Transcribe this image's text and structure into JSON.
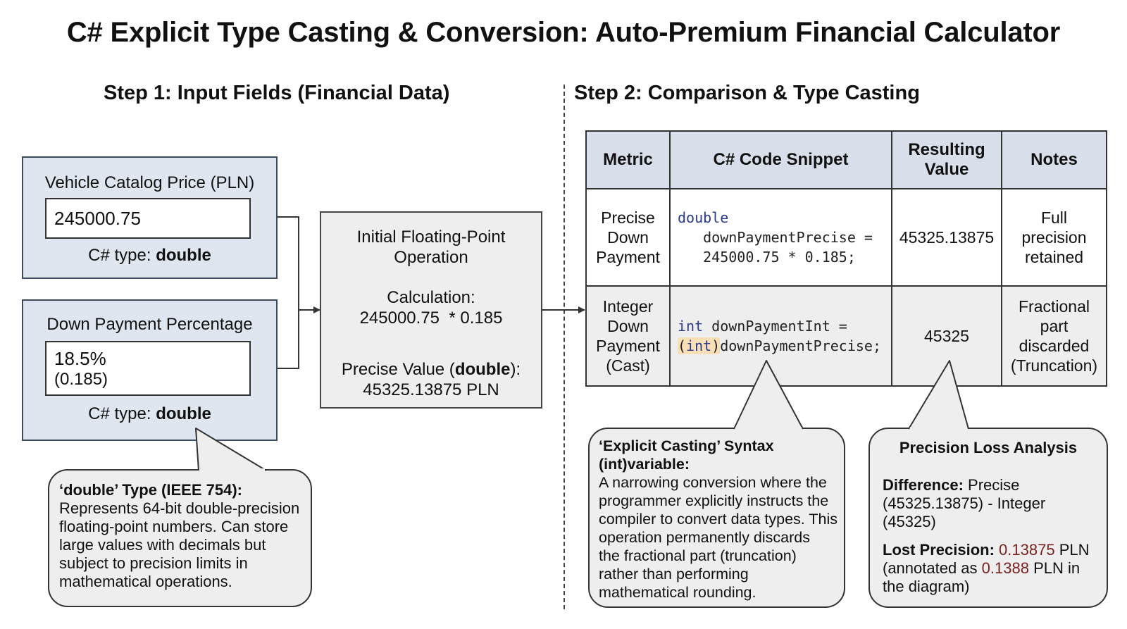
{
  "title": "C# Explicit Type Casting & Conversion: Auto-Premium Financial Calculator",
  "step1": {
    "heading": "Step 1: Input Fields (Financial Data)",
    "price": {
      "label": "Vehicle Catalog Price (PLN)",
      "value": "245000.75",
      "type_prefix": "C# type: ",
      "type_name": "double"
    },
    "down": {
      "label": "Down Payment Percentage",
      "value_line1": "18.5%",
      "value_line2": "(0.185)",
      "type_prefix": "C# type: ",
      "type_name": "double"
    }
  },
  "operation": {
    "title_line1": "Initial Floating-Point",
    "title_line2": "Operation",
    "calc_label": "Calculation:",
    "calc_expr": "245000.75  * 0.185",
    "result_prefix": "Precise Value (",
    "result_type": "double",
    "result_suffix": "):",
    "result_value": "45325.13875 PLN"
  },
  "step2": {
    "heading": "Step 2: Comparison & Type Casting",
    "headers": {
      "metric": "Metric",
      "code": "C# Code Snippet",
      "result_line1": "Resulting",
      "result_line2": "Value",
      "notes": "Notes"
    },
    "row1": {
      "metric": [
        "Precise",
        "Down",
        "Payment"
      ],
      "code_kw": "double",
      "code_line2": "   downPaymentPrecise =",
      "code_line3": "   245000.75 * 0.185;",
      "value": "45325.13875",
      "notes": [
        "Full",
        "precision",
        "retained"
      ]
    },
    "row2": {
      "metric": [
        "Integer",
        "Down",
        "Payment",
        "(Cast)"
      ],
      "code_kw": "int",
      "code_line1_rest": " downPaymentInt =",
      "code_cast_open": "(",
      "code_cast_kw": "int",
      "code_cast_close": ")",
      "code_line2_rest": "downPaymentPrecise;",
      "value": "45325",
      "notes": [
        "Fractional",
        "part",
        "discarded",
        "(Truncation)"
      ]
    }
  },
  "callouts": {
    "double_type": {
      "title": "‘double’ Type (IEEE 754):",
      "lines": [
        "Represents 64-bit double-precision",
        "floating-point numbers. Can store",
        "large values with decimals but",
        "subject to precision limits in",
        "mathematical operations."
      ]
    },
    "explicit_cast": {
      "title_line1": "‘Explicit Casting’ Syntax",
      "title_line2": "(int)variable:",
      "lines": [
        "A narrowing conversion where the",
        "programmer explicitly instructs the",
        "compiler to convert data types. This",
        "operation permanently discards",
        "the fractional part (truncation)",
        "rather than performing",
        "mathematical rounding."
      ]
    },
    "precision_loss": {
      "title": "Precision Loss Analysis",
      "diff_label": "Difference:",
      "diff_line1_rest": " Precise",
      "diff_line2": "(45325.13875) - Integer",
      "diff_line3": "(45325)",
      "lost_label": "Lost Precision:",
      "lost_value": "0.13875",
      "lost_unit": " PLN",
      "annot_prefix": "(annotated as ",
      "annot_value": "0.1388",
      "annot_unit": " PLN",
      "annot_suffix": " in",
      "annot_line2": "the diagram)"
    }
  },
  "colors": {
    "panel_fill": "#dfe6ef",
    "header_fill": "#d8dfea",
    "keyword": "#2a3a8c",
    "cast_highlight": "#f8dfb6",
    "emphasis_red": "#7a1f1f"
  }
}
